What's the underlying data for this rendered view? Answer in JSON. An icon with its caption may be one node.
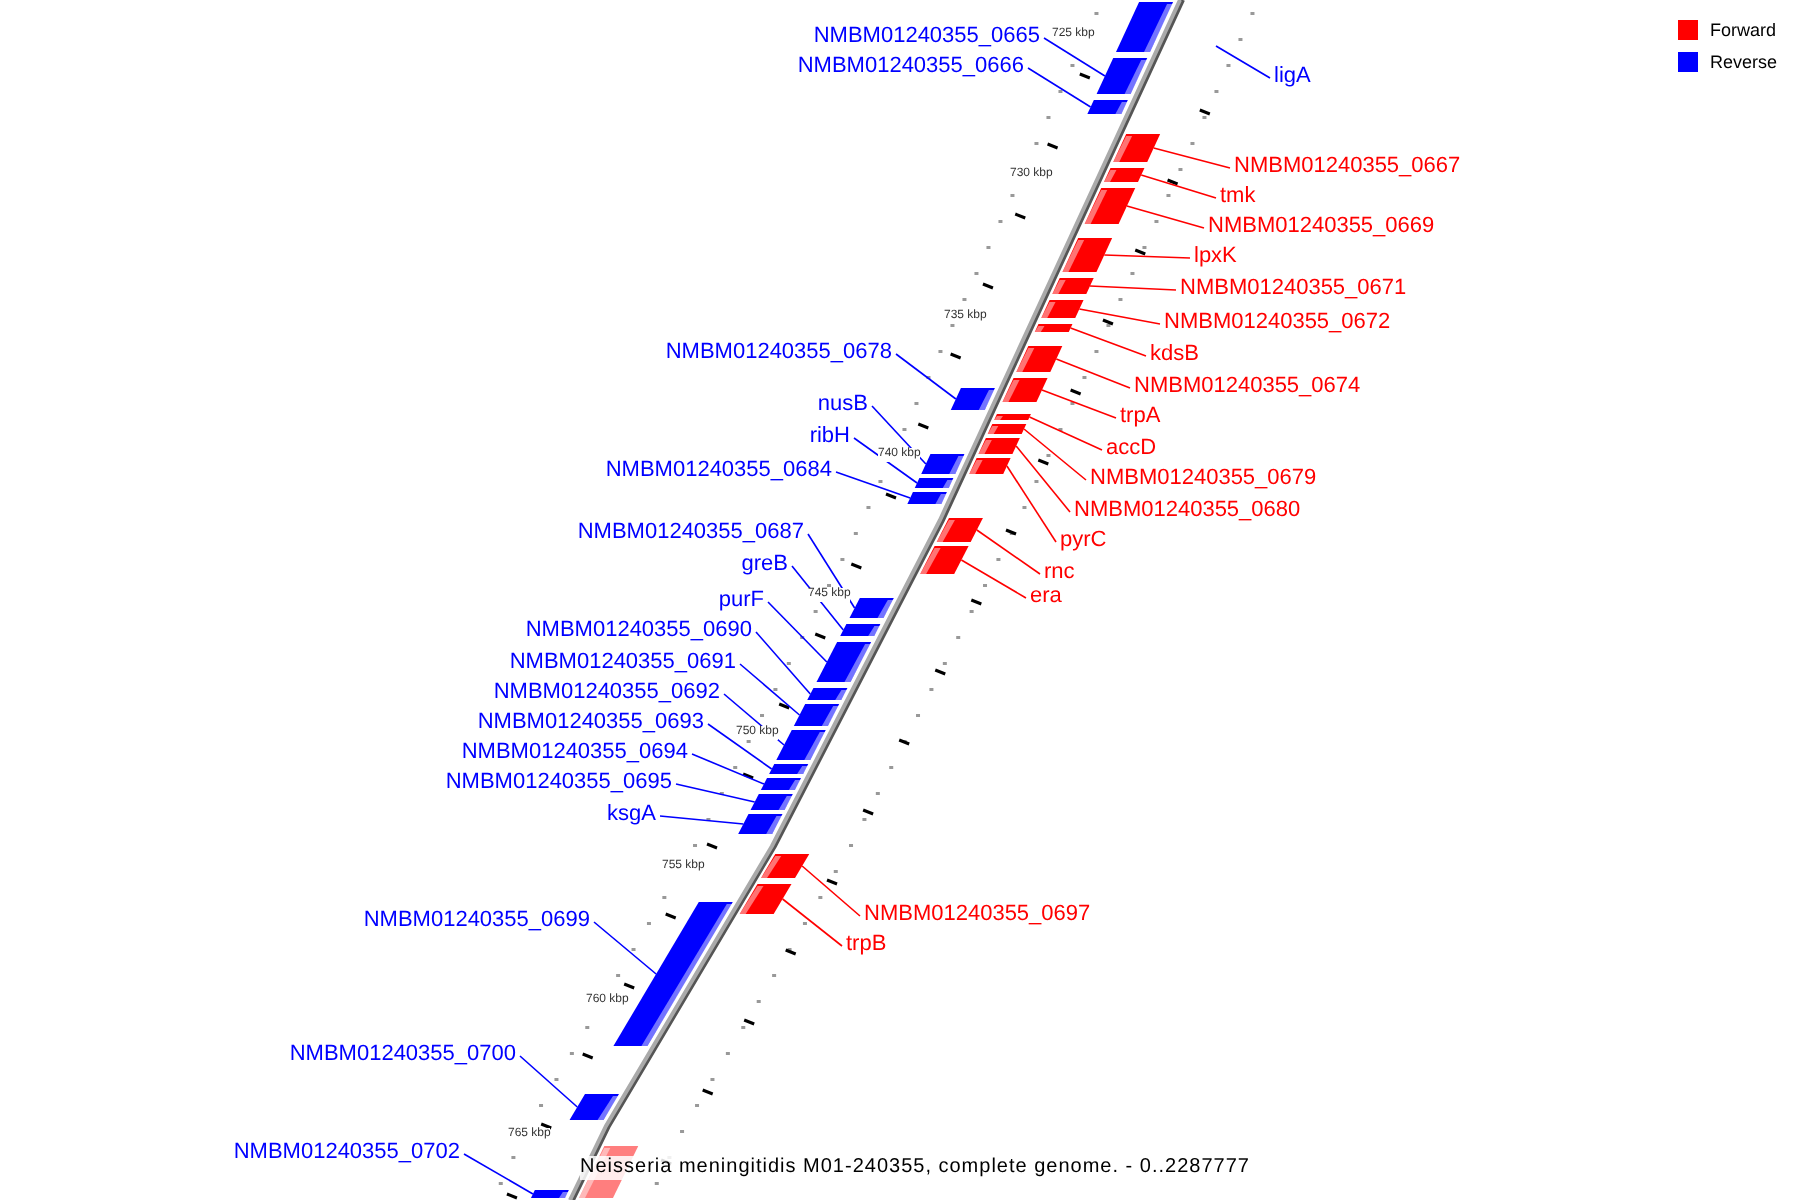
{
  "diagram": {
    "caption": "Neisseria meningitidis M01-240355, complete genome. - 0..2287777",
    "nodes": [
      {
        "text": [
          "NMBM01240355_0665"
        ]
      },
      {
        "text": [
          "NMBM01240355_0666"
        ]
      },
      {
        "text": [
          "ligA"
        ]
      },
      {
        "text": [
          "NMBM01240355_0667"
        ]
      },
      {
        "text": [
          "tmk"
        ]
      },
      {
        "text": [
          "NMBM01240355_0669"
        ]
      },
      {
        "text": [
          "lpxK"
        ]
      },
      {
        "text": [
          "NMBM01240355_0671"
        ]
      },
      {
        "text": [
          "NMBM01240355_0672"
        ]
      },
      {
        "text": [
          "NMBM01240355_0678"
        ]
      },
      {
        "text": [
          "kdsB"
        ]
      },
      {
        "text": [
          "NMBM01240355_0674"
        ]
      },
      {
        "text": [
          "nusB"
        ]
      },
      {
        "text": [
          "trpA"
        ]
      },
      {
        "text": [
          "ribH"
        ]
      },
      {
        "text": [
          "accD"
        ]
      },
      {
        "text": [
          "NMBM01240355_0684"
        ]
      },
      {
        "text": [
          "NMBM01240355_0679"
        ]
      },
      {
        "text": [
          "NMBM01240355_0680"
        ]
      },
      {
        "text": [
          "NMBM01240355_0687"
        ]
      },
      {
        "text": [
          "pyrC"
        ]
      },
      {
        "text": [
          "greB"
        ]
      },
      {
        "text": [
          "rnc"
        ]
      },
      {
        "text": [
          "era"
        ]
      },
      {
        "text": [
          "purF"
        ]
      },
      {
        "text": [
          "NMBM01240355_0690"
        ]
      },
      {
        "text": [
          "NMBM01240355_0691"
        ]
      },
      {
        "text": [
          "NMBM01240355_0692"
        ]
      },
      {
        "text": [
          "NMBM01240355_0693"
        ]
      },
      {
        "text": [
          "NMBM01240355_0694"
        ]
      },
      {
        "text": [
          "NMBM01240355_0695"
        ]
      },
      {
        "text": [
          "ksgA"
        ]
      },
      {
        "text": [
          "NMBM01240355_0697"
        ]
      },
      {
        "text": [
          "NMBM01240355_0699"
        ]
      },
      {
        "text": [
          "trpB"
        ]
      },
      {
        "text": [
          "NMBM01240355_0700"
        ]
      },
      {
        "text": [
          "NMBM01240355_0702"
        ]
      },
      {
        "text": [],
        "shape": "box"
      },
      {
        "text": [],
        "shape": "box"
      },
      {
        "text": [],
        "shape": "box"
      },
      {
        "text": [],
        "shape": "box"
      },
      {
        "text": [],
        "shape": "box"
      },
      {
        "text": [],
        "shape": "box"
      },
      {
        "text": [],
        "shape": "box"
      },
      {
        "text": [],
        "shape": "box"
      },
      {
        "text": [],
        "shape": "box"
      },
      {
        "text": [],
        "shape": "box"
      },
      {
        "text": [],
        "shape": "box"
      },
      {
        "text": [],
        "shape": "box"
      },
      {
        "text": [],
        "shape": "box"
      },
      {
        "text": [],
        "shape": "box"
      },
      {
        "text": [],
        "shape": "box"
      },
      {
        "text": [],
        "shape": "box"
      },
      {
        "text": [],
        "shape": "box"
      },
      {
        "text": [],
        "shape": "box"
      },
      {
        "text": [],
        "shape": "box"
      },
      {
        "text": [],
        "shape": "box"
      },
      {
        "text": [],
        "shape": "box"
      },
      {
        "text": [],
        "shape": "box"
      },
      {
        "text": [],
        "shape": "box"
      },
      {
        "text": [],
        "shape": "box"
      },
      {
        "text": [],
        "shape": "box"
      },
      {
        "text": [],
        "shape": "box"
      },
      {
        "text": [],
        "shape": "box"
      },
      {
        "text": [],
        "shape": "box"
      },
      {
        "text": [],
        "shape": "box"
      },
      {
        "text": [],
        "shape": "box"
      },
      {
        "text": [],
        "shape": "box"
      },
      {
        "text": [],
        "shape": "box"
      },
      {
        "text": [],
        "shape": "box"
      },
      {
        "text": [],
        "shape": "box"
      },
      {
        "text": [],
        "shape": "box"
      },
      {
        "text": [],
        "shape": "box"
      },
      {
        "text": [],
        "shape": "box"
      },
      {
        "text": [],
        "shape": "box"
      }
    ],
    "edges": [
      {
        "from": 0,
        "to": 38,
        "arrow": "none"
      },
      {
        "from": 1,
        "to": 39,
        "arrow": "none"
      },
      {
        "from": 2,
        "to": null,
        "arrow": "none"
      },
      {
        "from": 3,
        "to": 40,
        "arrow": "none",
        "color": "#ff0000"
      },
      {
        "from": 4,
        "to": 41,
        "arrow": "none",
        "color": "#ff0000"
      },
      {
        "from": 5,
        "to": 42,
        "arrow": "none",
        "color": "#ff0000"
      },
      {
        "from": 6,
        "to": 43,
        "arrow": "none",
        "color": "#ff0000"
      },
      {
        "from": 7,
        "to": 44,
        "arrow": "none",
        "color": "#ff0000"
      },
      {
        "from": 8,
        "to": 45,
        "arrow": "none",
        "color": "#ff0000"
      },
      {
        "from": 9,
        "to": 49,
        "arrow": "none"
      },
      {
        "from": 10,
        "to": 46,
        "arrow": "none",
        "color": "#ff0000"
      },
      {
        "from": 11,
        "to": 47,
        "arrow": "none",
        "color": "#ff0000"
      },
      {
        "from": 12,
        "to": 53,
        "arrow": "none"
      },
      {
        "from": 13,
        "to": 48,
        "arrow": "none",
        "color": "#ff0000"
      },
      {
        "from": 14,
        "to": 55,
        "arrow": "none"
      },
      {
        "from": 15,
        "to": 50,
        "arrow": "none",
        "color": "#ff0000"
      },
      {
        "from": 16,
        "to": 56,
        "arrow": "none"
      },
      {
        "from": 17,
        "to": 51,
        "arrow": "none",
        "color": "#ff0000"
      },
      {
        "from": 18,
        "to": 52,
        "arrow": "none",
        "color": "#ff0000"
      },
      {
        "from": 19,
        "to": 59,
        "arrow": "none"
      },
      {
        "from": 20,
        "to": 54,
        "arrow": "none",
        "color": "#ff0000"
      },
      {
        "from": 21,
        "to": 60,
        "arrow": "none"
      },
      {
        "from": 22,
        "to": 57,
        "arrow": "none",
        "color": "#ff0000"
      },
      {
        "from": 23,
        "to": 58,
        "arrow": "none",
        "color": "#ff0000"
      },
      {
        "from": 24,
        "to": 61,
        "arrow": "none"
      },
      {
        "from": 25,
        "to": 62,
        "arrow": "none"
      },
      {
        "from": 26,
        "to": 63,
        "arrow": "none"
      },
      {
        "from": 27,
        "to": 64,
        "arrow": "none"
      },
      {
        "from": 28,
        "to": 65,
        "arrow": "none"
      },
      {
        "from": 29,
        "to": 66,
        "arrow": "none"
      },
      {
        "from": 30,
        "to": 67,
        "arrow": "none"
      },
      {
        "from": 31,
        "to": 68,
        "arrow": "none"
      },
      {
        "from": 32,
        "to": 69,
        "arrow": "none",
        "color": "#ff0000"
      },
      {
        "from": 33,
        "to": 71,
        "arrow": "none"
      },
      {
        "from": 34,
        "to": 70,
        "arrow": "none",
        "color": "#ff0000"
      },
      {
        "from": 35,
        "to": 72,
        "arrow": "none"
      },
      {
        "from": 36,
        "to": 74,
        "arrow": "none"
      }
    ],
    "labels": [
      "725 kbp",
      "730 kbp",
      "735 kbp",
      "740 kbp",
      "745 kbp",
      "750 kbp",
      "755 kbp",
      "760 kbp",
      "765 kbp"
    ],
    "legend": [
      {
        "text": "Forward",
        "color": "#ff0000"
      },
      {
        "text": "Reverse",
        "color": "#0000ff"
      }
    ]
  }
}
